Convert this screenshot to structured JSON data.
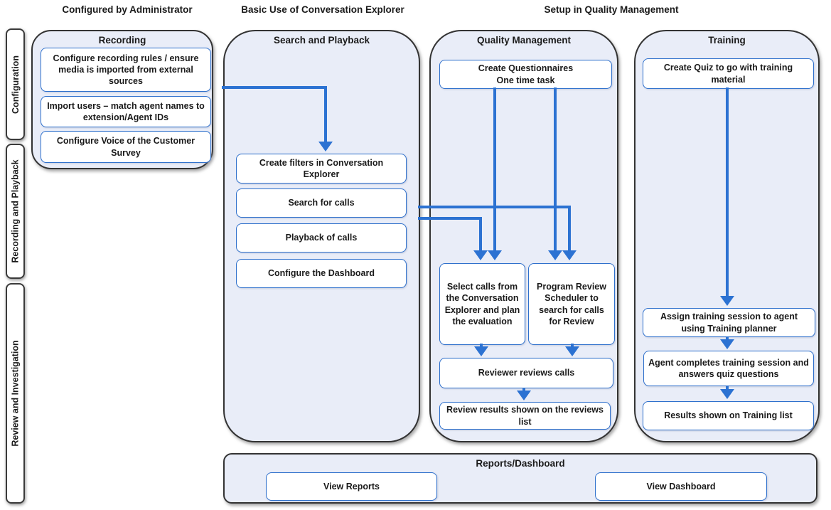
{
  "headers": {
    "configured_by_admin": "Configured by Administrator",
    "basic_use": "Basic Use of Conversation Explorer",
    "setup_qm": "Setup in Quality Management"
  },
  "sidebar": {
    "items": [
      {
        "label": "Configuration"
      },
      {
        "label": "Recording and Playback"
      },
      {
        "label": "Review and Investigation"
      }
    ]
  },
  "recording": {
    "title": "Recording",
    "steps": [
      {
        "label": "Configure recording rules / ensure media is imported from external sources"
      },
      {
        "label": "Import users – match agent names to extension/Agent IDs"
      },
      {
        "label": "Configure Voice of the Customer Survey"
      }
    ]
  },
  "search_playback": {
    "title": "Search and Playback",
    "steps": [
      {
        "label": "Create filters in Conversation Explorer"
      },
      {
        "label": "Search for calls"
      },
      {
        "label": "Playback of calls"
      },
      {
        "label": "Configure the Dashboard"
      }
    ]
  },
  "quality_management": {
    "title": "Quality Management",
    "create_questionnaires": "Create Questionnaires\nOne time task",
    "select_calls": "Select calls from the Conversation Explorer and plan the evaluation",
    "program_review": "Program Review Scheduler to search for calls for Review",
    "reviewer_reviews": "Reviewer reviews calls",
    "review_results": "Review results shown on the reviews list"
  },
  "training": {
    "title": "Training",
    "create_quiz": "Create Quiz to go with training material",
    "assign_session": "Assign training session to agent using Training planner",
    "agent_completes": "Agent completes training session and answers quiz questions",
    "results_shown": "Results shown on Training list"
  },
  "reports": {
    "title": "Reports/Dashboard",
    "view_reports": "View Reports",
    "view_dashboard": "View Dashboard"
  },
  "colors": {
    "arrow_blue": "#2C72D2",
    "box_border_blue": "#2E70CC",
    "container_fill": "#E9EDF8",
    "container_border": "#333333"
  }
}
